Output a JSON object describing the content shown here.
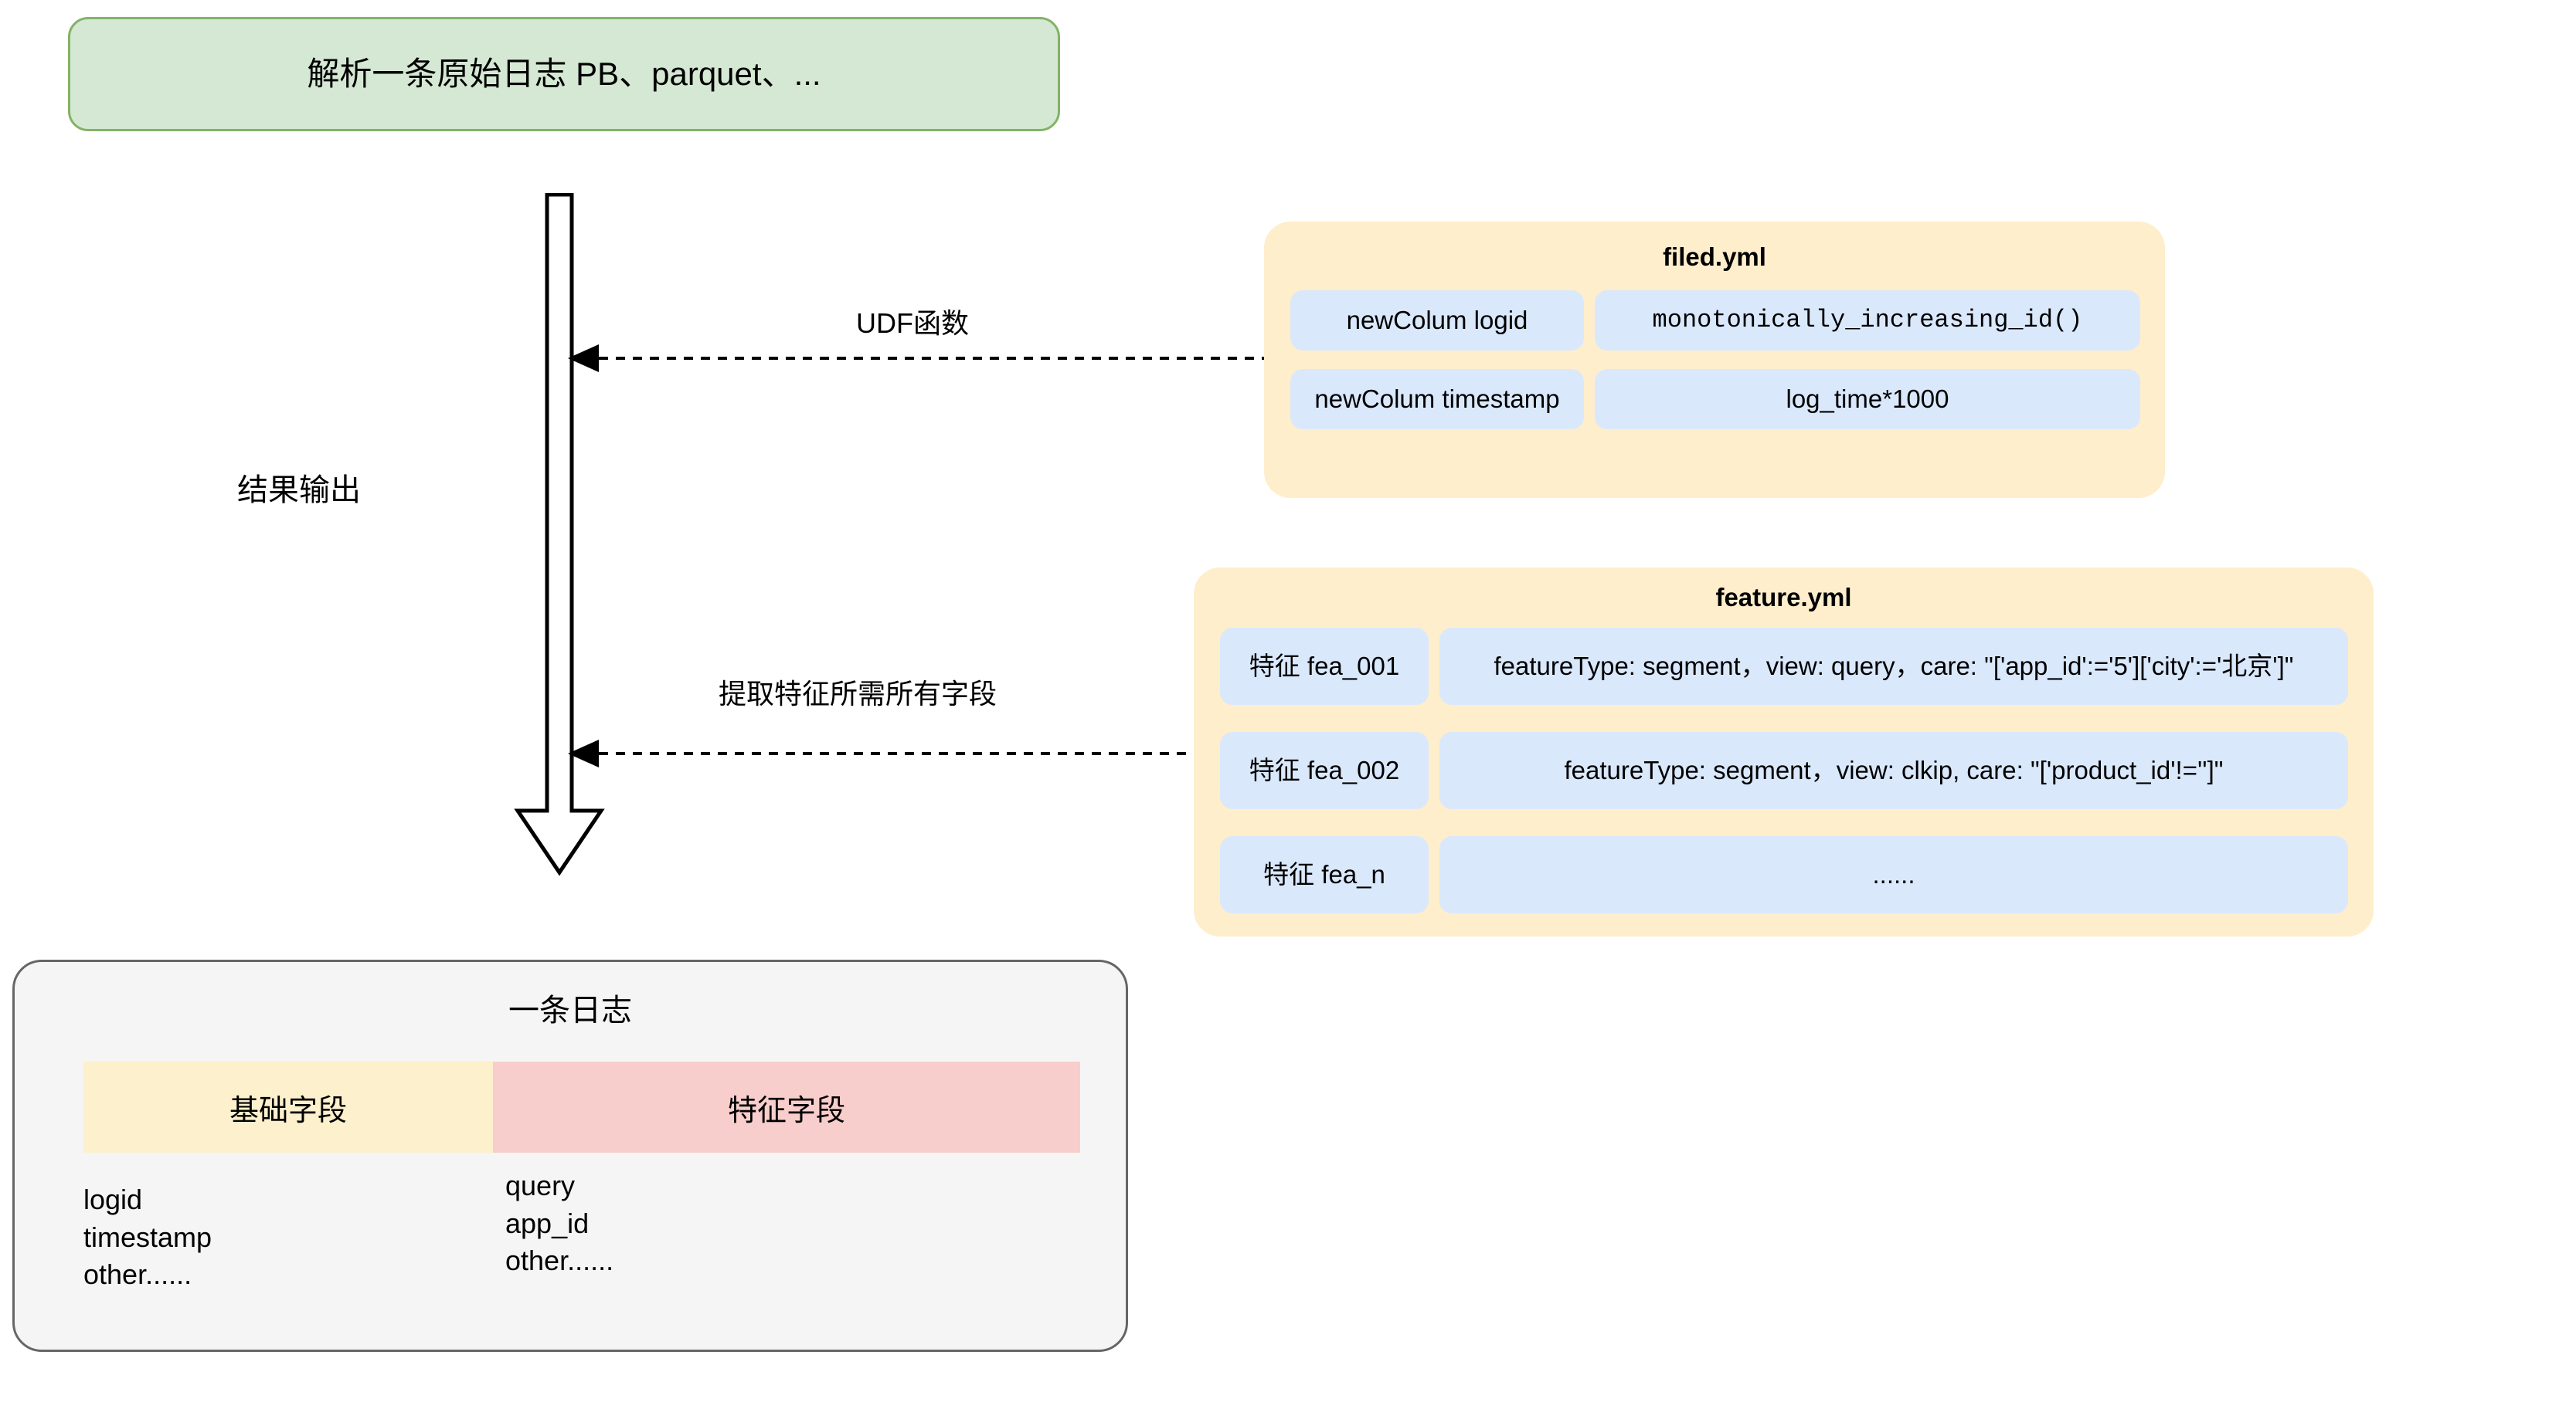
{
  "diagram": {
    "source": {
      "label": "解析一条原始日志 PB、parquet、..."
    },
    "flow": {
      "result_label": "结果输出",
      "udf_label": "UDF函数",
      "feature_label": "提取特征所需所有字段"
    },
    "filed_yml": {
      "title": "filed.yml",
      "rows": [
        {
          "key": "newColum logid",
          "value": "monotonically_increasing_id()"
        },
        {
          "key": "newColum timestamp",
          "value": "log_time*1000"
        }
      ]
    },
    "feature_yml": {
      "title": "feature.yml",
      "rows": [
        {
          "key": "特征 fea_001",
          "value": "featureType: segment，view: query，care: \"['app_id':='5']['city':='北京']\""
        },
        {
          "key": "特征 fea_002",
          "value": "featureType: segment，view: clkip, care: \"['product_id'!='']\""
        },
        {
          "key": "特征 fea_n",
          "value": "......"
        }
      ]
    },
    "record": {
      "title": "一条日志",
      "headers": [
        "基础字段",
        "特征字段"
      ],
      "base_fields": "logid\ntimestamp\nother......",
      "feature_fields": "query\napp_id\nother......"
    }
  },
  "colors": {
    "source_fill": "#d5e8d4",
    "source_stroke": "#82b366",
    "yml_fill": "#ffeecc",
    "cell_fill": "#dae8fc",
    "record_fill": "#f5f5f5",
    "record_stroke": "#666666",
    "base_header_fill": "#fcf0cd",
    "feature_header_fill": "#f8cecc",
    "line": "#000000"
  }
}
